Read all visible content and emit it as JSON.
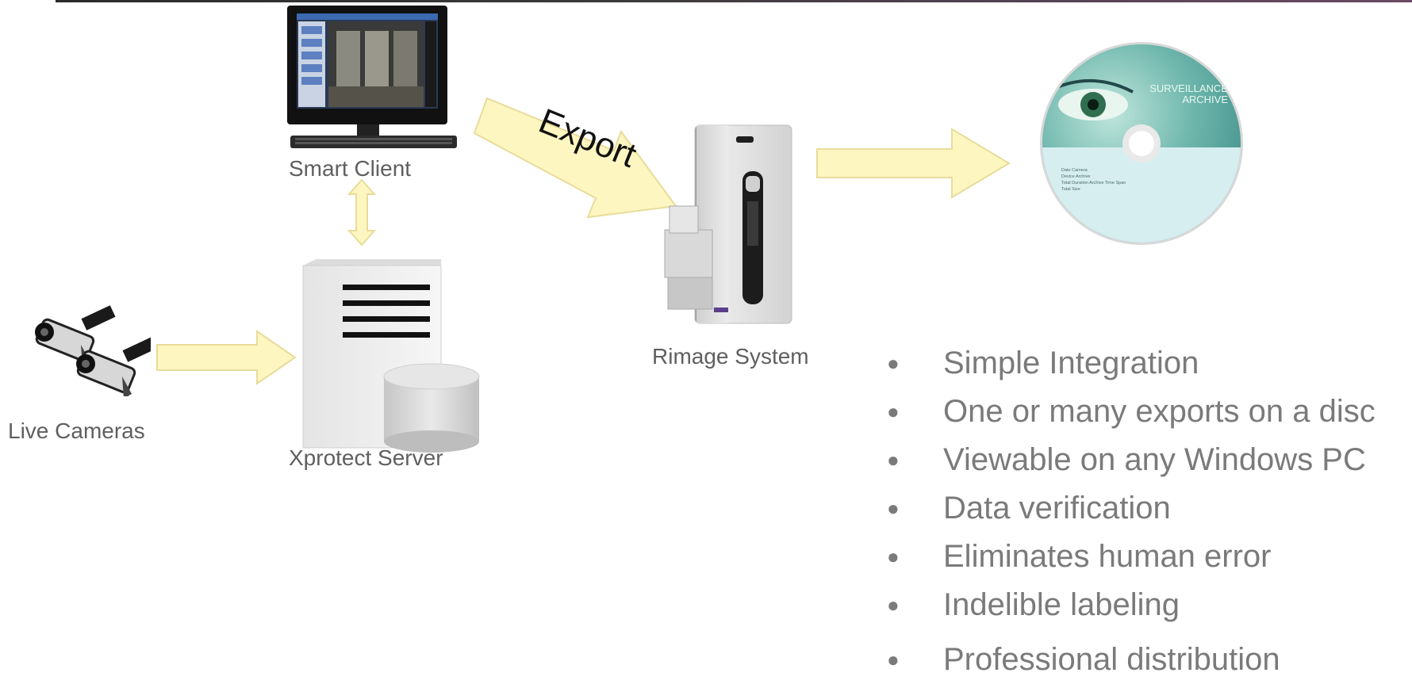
{
  "nodes": {
    "smart_client": "Smart Client",
    "xprotect_server": "Xprotect Server",
    "live_cameras": "Live Cameras",
    "rimage_system": "Rimage System",
    "disc_title_line1": "SURVEILLANCE",
    "disc_title_line2": "ARCHIVE"
  },
  "arrows": {
    "export_label": "Export"
  },
  "features": [
    "Simple Integration",
    "One or many exports on a disc",
    "Viewable on any Windows PC",
    "Data verification",
    "Eliminates human error",
    "Indelible labeling",
    "Professional distribution"
  ],
  "colors": {
    "arrow_fill": "#fdf6c0",
    "arrow_stroke": "#e8dc9a",
    "label_text": "#5f5f5f",
    "bullet_text": "#7a7a7a",
    "disc_teal": "#3fa8a0"
  }
}
